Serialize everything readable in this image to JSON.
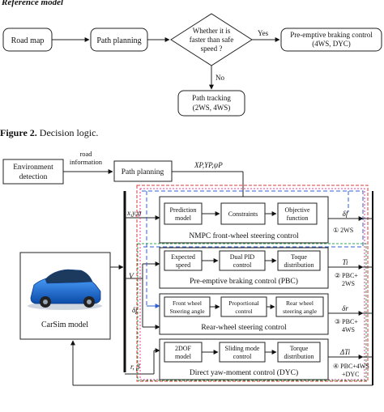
{
  "top_header": "Reference model",
  "flowchart": {
    "road_map": "Road map",
    "path_planning": "Path planning",
    "decision_line1": "Whether it is",
    "decision_line2": "faster than safe",
    "decision_line3": "speed ?",
    "yes_label": "Yes",
    "no_label": "No",
    "braking_line1": "Pre-emptive braking control",
    "braking_line2": "(4WS, DYC)",
    "tracking_line1": "Path tracking",
    "tracking_line2": "(2WS, 4WS)"
  },
  "caption": {
    "label": "Figure 2.",
    "text": " Decision logic."
  },
  "block": {
    "env_line1": "Environment",
    "env_line2": "detection",
    "road_info_line1": "road",
    "road_info_line2": "information",
    "path_planning": "Path planning",
    "ref_signals": "XP,YP,ψP",
    "state_signals": "x,y,ψ",
    "velocity": "V",
    "delta_f_in": "δf",
    "r_beta": "r, β",
    "carsim": "CarSim model",
    "nmpc": {
      "prediction_line1": "Prediction",
      "prediction_line2": "model",
      "constraints": "Constraints",
      "objective_line1": "Objective",
      "objective_line2": "function",
      "title": "NMPC front-wheel steering control",
      "output": "δf",
      "mode": "① 2WS"
    },
    "pbc": {
      "expected_line1": "Expected",
      "expected_line2": "speed",
      "pid_line1": "Dual PID",
      "pid_line2": "control",
      "torque_line1": "Toque",
      "torque_line2": "distribution",
      "title": "Pre-emptive braking control (PBC)",
      "output": "Ti",
      "mode_line1": "② PBC+",
      "mode_line2": "2WS"
    },
    "rws": {
      "front_line1": "Front wheel",
      "front_line2": "Steering angle",
      "prop_line1": "Proportional",
      "prop_line2": "control",
      "rear_line1": "Rear wheel",
      "rear_line2": "steering angle",
      "title": "Rear-wheel steering control",
      "output": "δr",
      "mode_line1": "③ PBC+",
      "mode_line2": "4WS"
    },
    "dyc": {
      "model_line1": "2DOF",
      "model_line2": "model",
      "sliding_line1": "Sliding mode",
      "sliding_line2": "control",
      "torque_line1": "Torque",
      "torque_line2": "distribution",
      "title": "Direct yaw-moment control (DYC)",
      "output": "ΔTi",
      "mode_line1": "④ PBC+4WS",
      "mode_line2": "+DYC"
    }
  },
  "colors": {
    "red_dashed": "#e23a3a",
    "blue_dashed": "#2f5fd0",
    "pink_dashed": "#e8389a",
    "green_dashed": "#2fa84f",
    "car_body": "#1f6fd1"
  }
}
